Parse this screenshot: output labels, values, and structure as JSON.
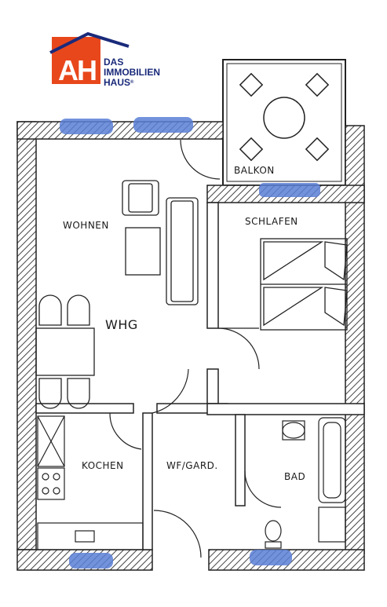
{
  "logo": {
    "letters": "AH",
    "line1": "DAS",
    "line2": "IMMOBILIEN",
    "line3": "HAUS",
    "mark": "®",
    "house_roof_icon": "house-roof-icon",
    "colors": {
      "box": "#e8471c",
      "roof": "#1a2a7a",
      "text": "#1a2a7a"
    }
  },
  "rooms": {
    "balkon": "BALKON",
    "wohnen": "WOHNEN",
    "schlafen": "SCHLAFEN",
    "whg": "WHG",
    "kochen": "KOCHEN",
    "wf_gard": "WF/GARD.",
    "bad": "BAD"
  },
  "colors": {
    "wall": "#2a2a2a",
    "hatch": "#555555",
    "window_highlight": "#5b7fd6",
    "line": "#222222"
  }
}
